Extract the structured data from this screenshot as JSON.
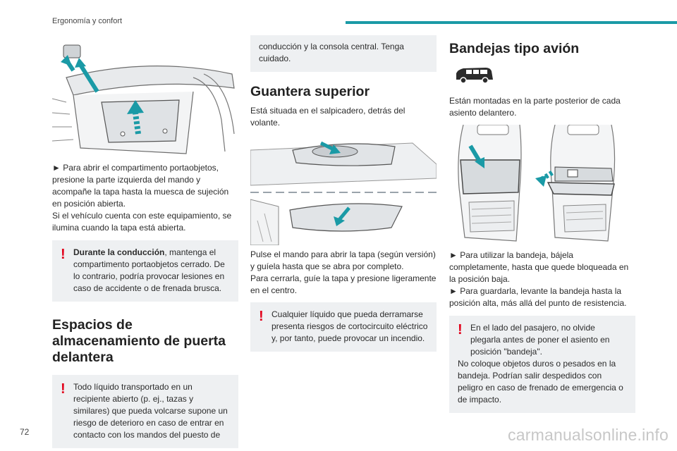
{
  "header": {
    "section": "Ergonomía y confort"
  },
  "colors": {
    "accent": "#1a9aa6",
    "warning_mark": "#e2001a",
    "warning_bg": "#eef0f2"
  },
  "col1": {
    "illustration": "glovebox-opening-icon",
    "step": "► Para abrir el compartimento portaobjetos, presione la parte izquierda del mando y acompañe la tapa hasta la muesca de sujeción en posición abierta.",
    "note": "Si el vehículo cuenta con este equipamiento, se ilumina cuando la tapa está abierta.",
    "warning": {
      "bold": "Durante la conducción",
      "text": ", mantenga el compartimento portaobjetos cerrado. De lo contrario, podría provocar lesiones en caso de accidente o de frenada brusca."
    },
    "heading": "Espacios de almacenamiento de puerta delantera",
    "warning2": "Todo líquido transportado en un recipiente abierto (p. ej., tazas y similares) que pueda volcarse supone un riesgo de deterioro en caso de entrar en contacto con los mandos del puesto de"
  },
  "col2": {
    "warning_cont": "conducción y la consola central. Tenga cuidado.",
    "heading": "Guantera superior",
    "intro": "Está situada en el salpicadero, detrás del volante.",
    "illustration": "upper-glovebox-icon",
    "text1": "Pulse el mando para abrir la tapa (según versión) y guíela hasta que se abra por completo.",
    "text2": "Para cerrarla, guíe la tapa y presione ligeramente en el centro.",
    "warning": "Cualquier líquido que pueda derramarse presenta riesgos de cortocircuito eléctrico y, por tanto, puede provocar un incendio."
  },
  "col3": {
    "heading": "Bandejas tipo avión",
    "vehicle_icon": "van-icon",
    "intro": "Están montadas en la parte posterior de cada asiento delantero.",
    "illustration": "seat-tray-icon",
    "step1": "► Para utilizar la bandeja, bájela completamente, hasta que quede bloqueada en la posición baja.",
    "step2": "► Para guardarla, levante la bandeja hasta la posición alta, más allá del punto de resistencia.",
    "warning": "En el lado del pasajero, no olvide plegarla antes de poner el asiento en posición \"bandeja\".",
    "warning_extra": "No coloque objetos duros o pesados en la bandeja. Podrían salir despedidos con peligro en caso de frenado de emergencia o de impacto."
  },
  "footer": {
    "page_number": "72",
    "watermark": "carmanualsonline.info"
  }
}
